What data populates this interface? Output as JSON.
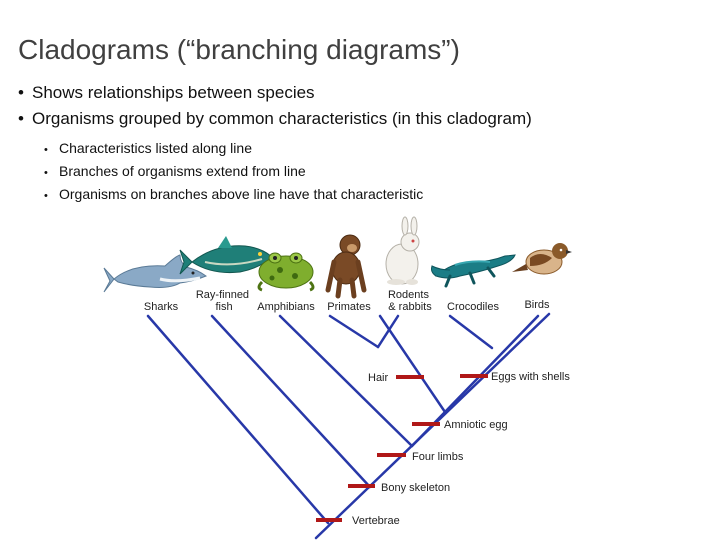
{
  "slide": {
    "title": "Cladograms (“branching diagrams”)",
    "bullets": [
      "Shows relationships between species",
      "Organisms grouped by common characteristics (in this cladogram)"
    ],
    "sub_bullets": [
      "Characteristics listed along line",
      "Branches of organisms extend from line",
      "Organisms on branches above line have that characteristic"
    ]
  },
  "cladogram": {
    "taxa": [
      "Sharks",
      "Ray-finned fish",
      "Amphibians",
      "Primates",
      "Rodents & rabbits",
      "Crocodiles",
      "Birds"
    ],
    "taxon_lines": {
      "ray_finned_fish": [
        "Ray-finned",
        "fish"
      ],
      "rodents_rabbits": [
        "Rodents",
        "& rabbits"
      ]
    },
    "characteristics": [
      "Vertebrae",
      "Bony skeleton",
      "Four limbs",
      "Amniotic egg",
      "Hair",
      "Eggs with shells"
    ],
    "colors": {
      "tree_line": "#2838a8",
      "trait_marker": "#b01818"
    },
    "icons": [
      "shark-icon",
      "tuna-fish-icon",
      "frog-icon",
      "chimpanzee-icon",
      "rabbit-icon",
      "crocodile-icon",
      "sparrow-icon"
    ]
  }
}
